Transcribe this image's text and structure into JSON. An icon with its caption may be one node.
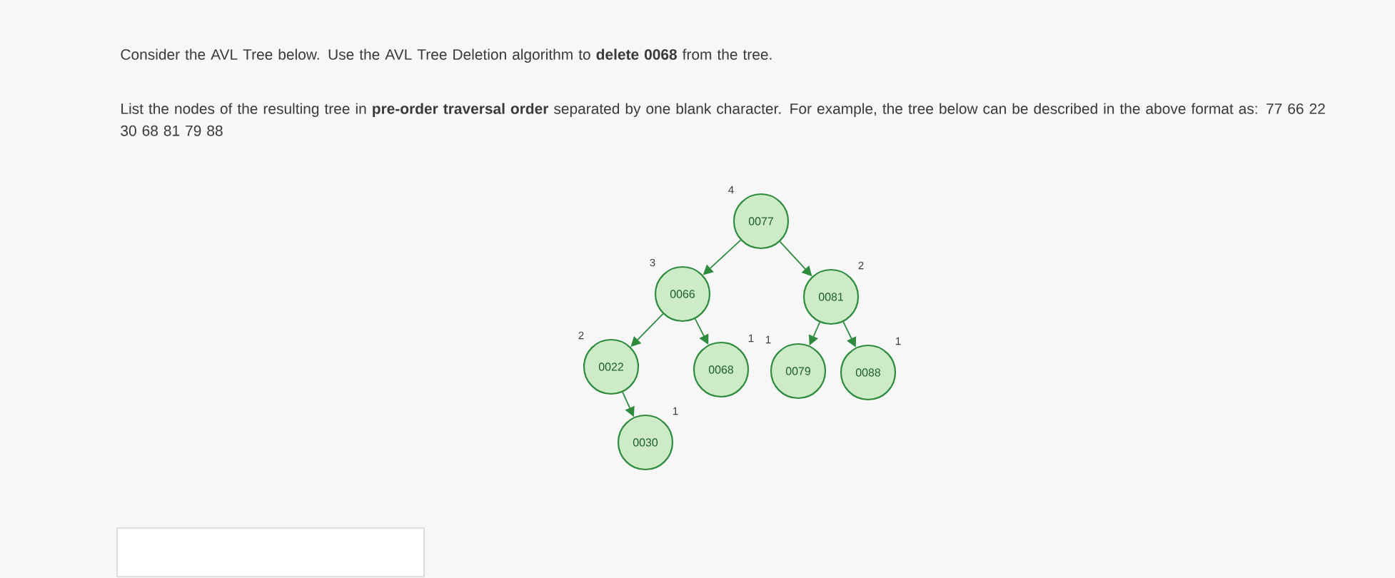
{
  "diagram": {
    "nodes": [
      {
        "text": [
          "0077"
        ],
        "beside": [
          "4"
        ]
      },
      {
        "text": [
          "0066"
        ],
        "beside": [
          "3"
        ]
      },
      {
        "text": [
          "0081"
        ],
        "beside": [
          "2"
        ]
      },
      {
        "text": [
          "0022"
        ],
        "beside": [
          "2"
        ]
      },
      {
        "text": [
          "0068"
        ],
        "beside": [
          "1"
        ]
      },
      {
        "text": [
          "0079"
        ],
        "beside": [
          "1"
        ]
      },
      {
        "text": [
          "0088"
        ],
        "beside": [
          "1"
        ]
      },
      {
        "text": [
          "0030"
        ],
        "beside": [
          "1"
        ]
      }
    ],
    "edges": [
      {
        "from": 0,
        "to": 1,
        "arrow": "to"
      },
      {
        "from": 0,
        "to": 2,
        "arrow": "to"
      },
      {
        "from": 1,
        "to": 3,
        "arrow": "to"
      },
      {
        "from": 1,
        "to": 4,
        "arrow": "to"
      },
      {
        "from": 2,
        "to": 5,
        "arrow": "to"
      },
      {
        "from": 2,
        "to": 6,
        "arrow": "to"
      },
      {
        "from": 3,
        "to": 7,
        "arrow": "to"
      }
    ],
    "labels": [
      "Consider the AVL Tree below.  Use the AVL Tree Deletion algorithm  to **delete 0068** from the tree.",
      "List the nodes of the resulting tree in **pre-order traversal order** separated by one blank character. For example, the tree below can be described in the above format as:  77 66 22 30 68 81 79 88"
    ]
  }
}
